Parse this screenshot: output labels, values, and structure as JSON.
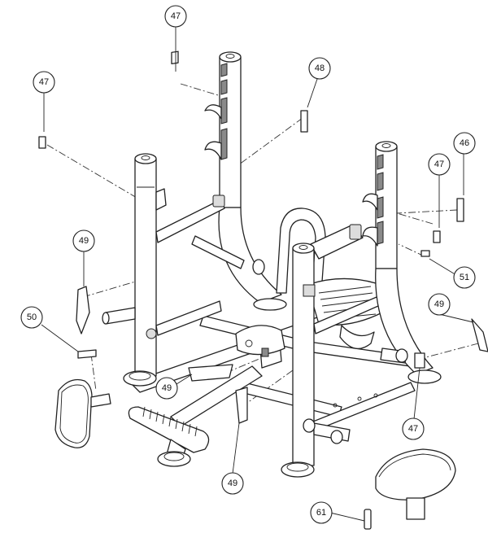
{
  "callouts": {
    "c47_top": "47",
    "c47_left": "47",
    "c48": "48",
    "c46": "46",
    "c47_right": "47",
    "c51": "51",
    "c49_left": "49",
    "c50": "50",
    "c49_right": "49",
    "c49_center": "49",
    "c47_bottom": "47",
    "c49_bottom": "49",
    "c61": "61"
  }
}
